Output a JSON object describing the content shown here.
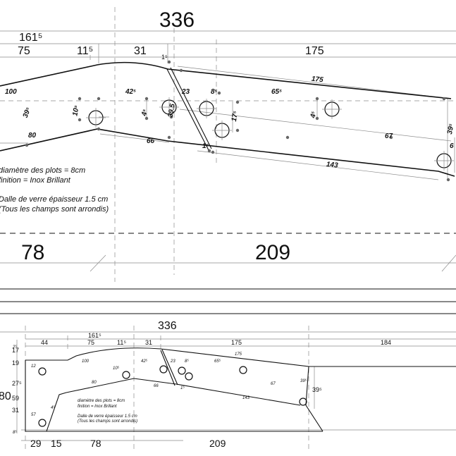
{
  "top": {
    "overall": "336",
    "sub_total": "161⁵",
    "segments": [
      "75",
      "11⁵",
      "31",
      "1⁵",
      "175"
    ],
    "edge_labels": [
      "100",
      "39⁵",
      "80",
      "10⁵",
      "42⁵",
      "4⁵",
      "39.5",
      "23",
      "8⁵",
      "17⁵",
      "65⁵",
      "4⁵",
      "175",
      "67",
      "39⁵",
      "6",
      "66",
      "1⁵",
      "143"
    ],
    "notes": [
      "diamètre des plots = 8cm",
      "finition = Inox Brillant",
      "Dalle de verre épaisseur 1.5 cm",
      "(Tous les champs sont arrondis)"
    ],
    "bottom_dims": [
      "78",
      "209"
    ]
  },
  "mini": {
    "overall": "336",
    "sub_total": "161⁵",
    "segments": [
      "44",
      "75",
      "11⁵",
      "31",
      "175",
      "184"
    ],
    "heights": [
      "2⁵",
      "17",
      "19",
      "27⁵",
      "59",
      "31",
      "80",
      "8⁵"
    ],
    "edge_labels": [
      "100",
      "80",
      "42⁵",
      "23",
      "8⁵",
      "65⁵",
      "175",
      "66",
      "1⁵",
      "143",
      "67",
      "39⁵",
      "39⁵",
      "4⁵",
      "12",
      "57",
      "10⁵"
    ],
    "notes": [
      "diamètre des plots = 8cm",
      "finition = Inox Brillant",
      "Dalle de verre épaisseur 1.5 cm",
      "(Tous les champs sont arrondis)"
    ],
    "bottom_dims": [
      "29",
      "15",
      "78",
      "209"
    ]
  }
}
